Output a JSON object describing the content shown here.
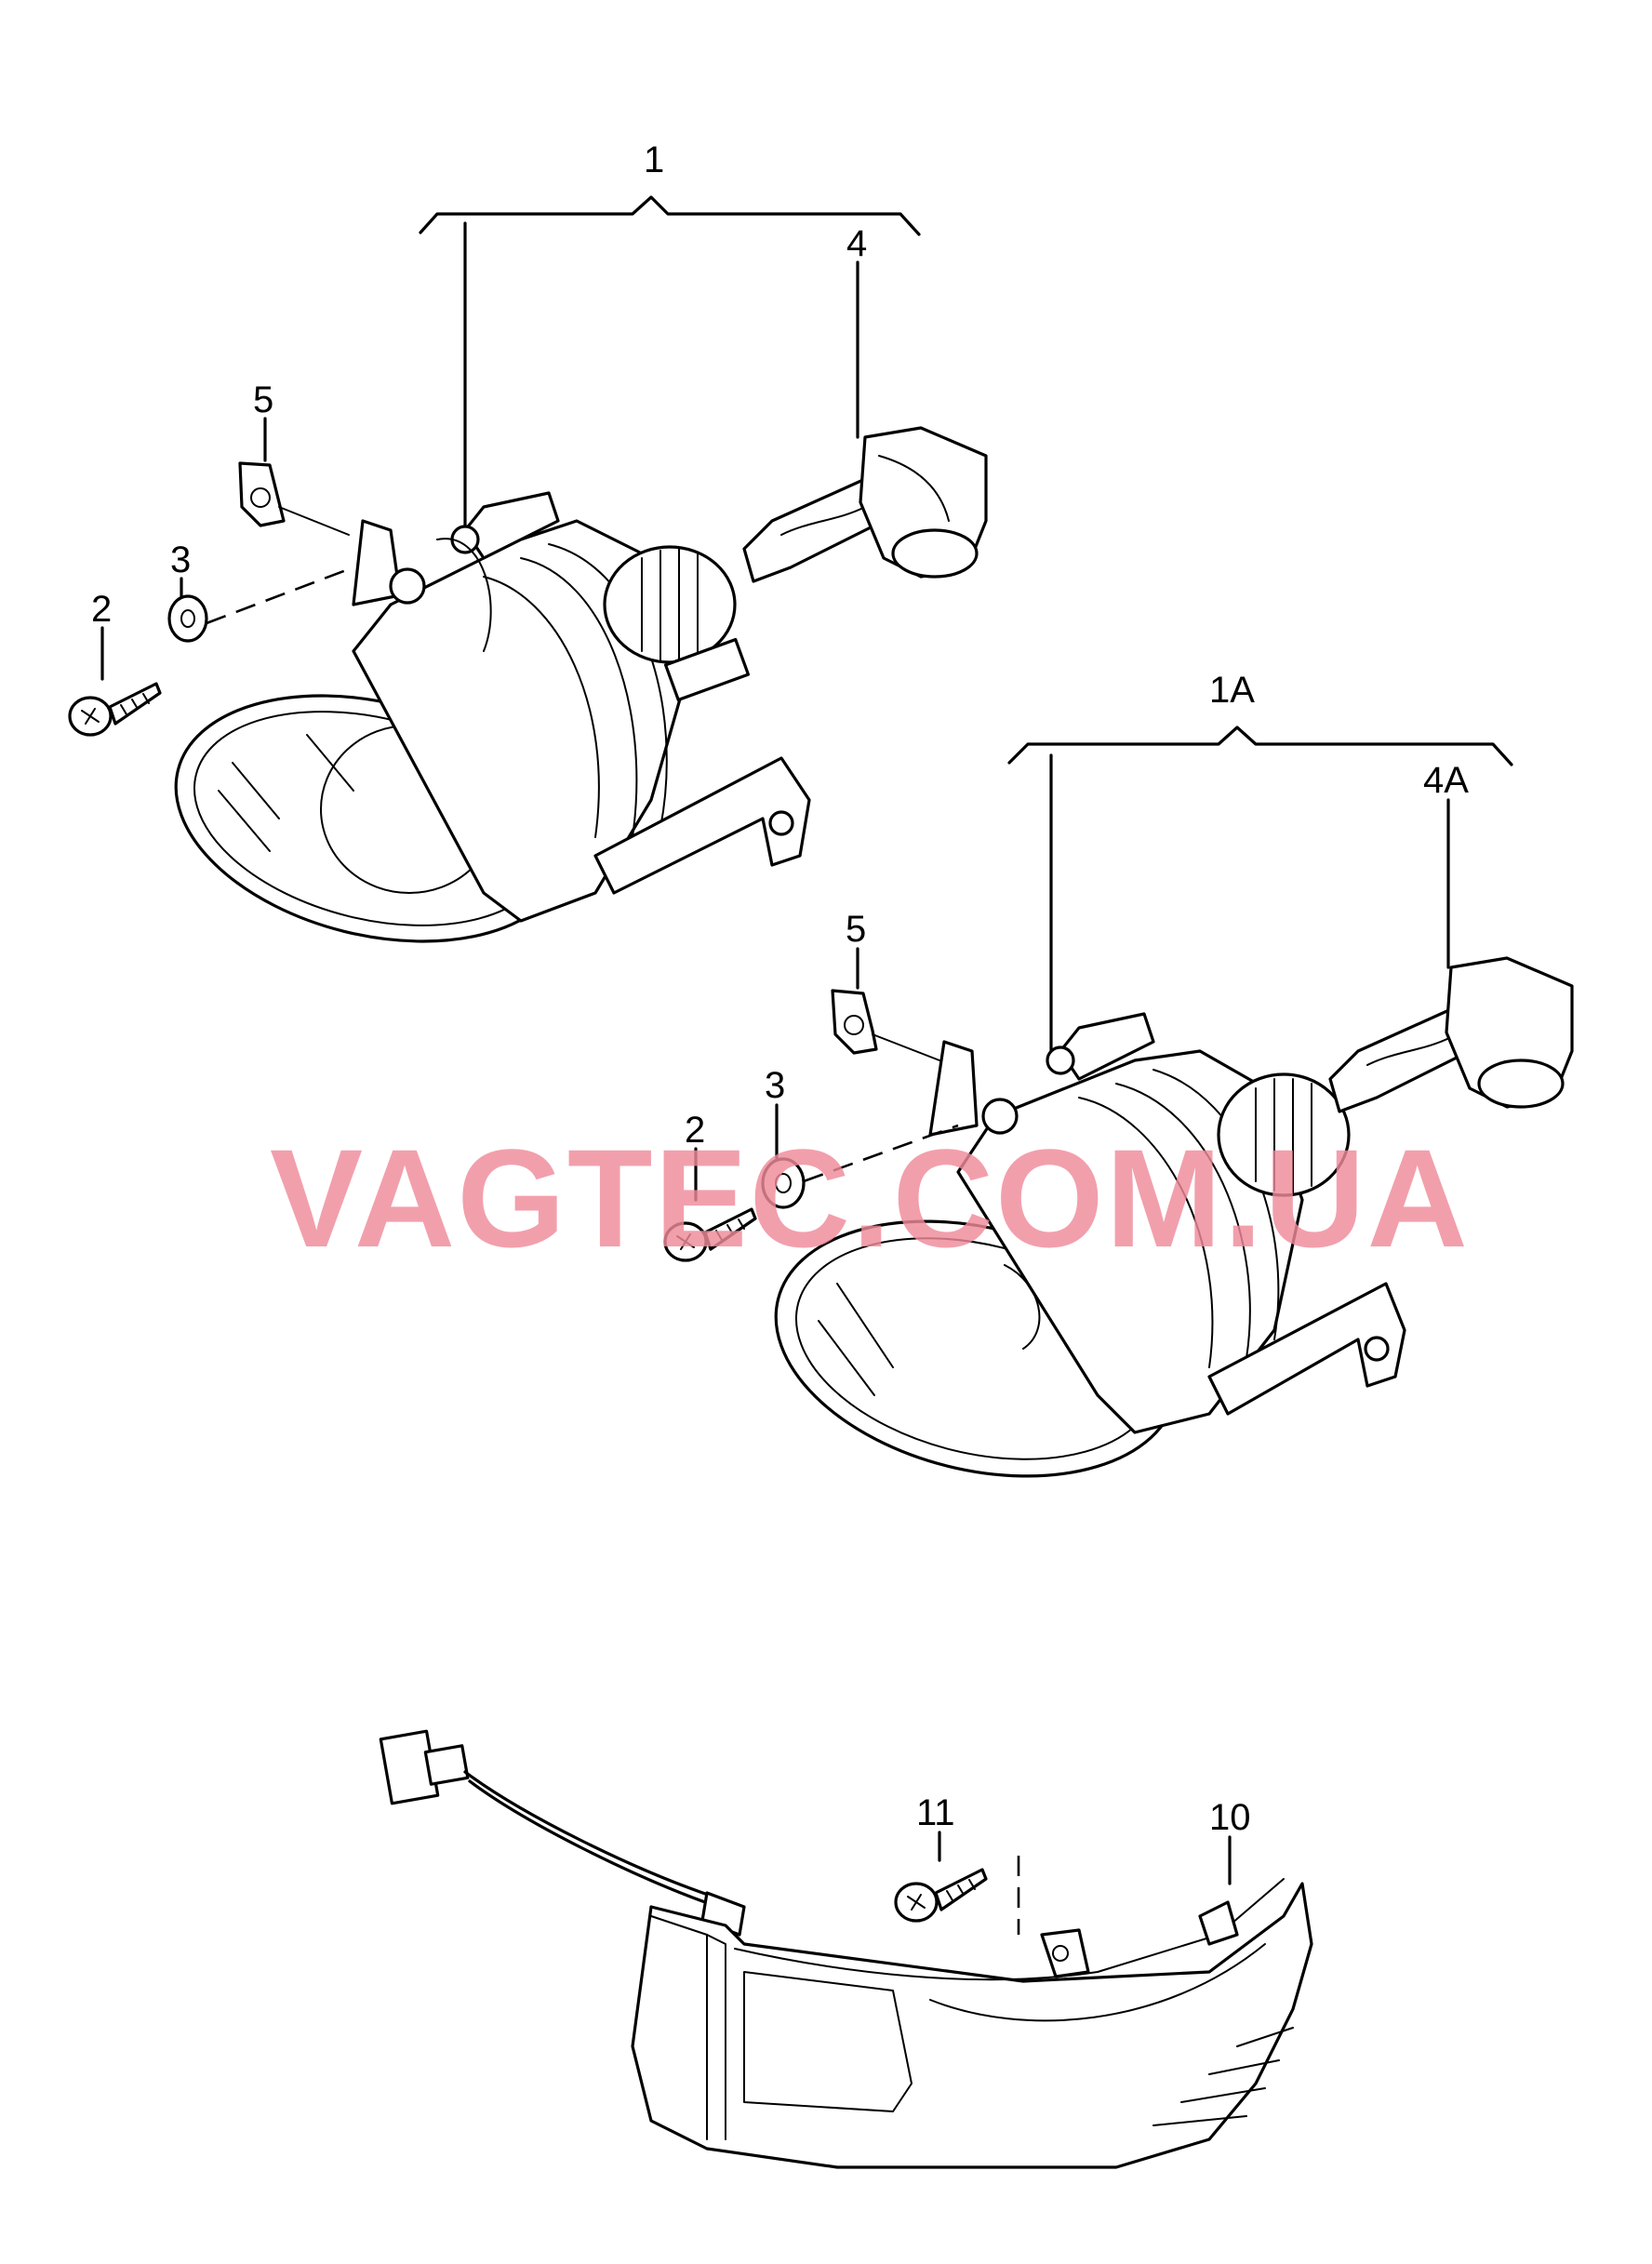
{
  "callouts": {
    "assembly_1": "1",
    "bulb_4": "4",
    "clip_5_top": "5",
    "washer_3_top": "3",
    "screw_2_top": "2",
    "assembly_1a": "1A",
    "bulb_4a": "4A",
    "clip_5_mid": "5",
    "washer_3_mid": "3",
    "screw_2_mid": "2",
    "screw_11": "11",
    "lamp_10": "10"
  },
  "watermark": "VAGTEC.COM.UA",
  "colors": {
    "line": "#000000",
    "watermark": "#f08a9a",
    "background": "#ffffff"
  }
}
